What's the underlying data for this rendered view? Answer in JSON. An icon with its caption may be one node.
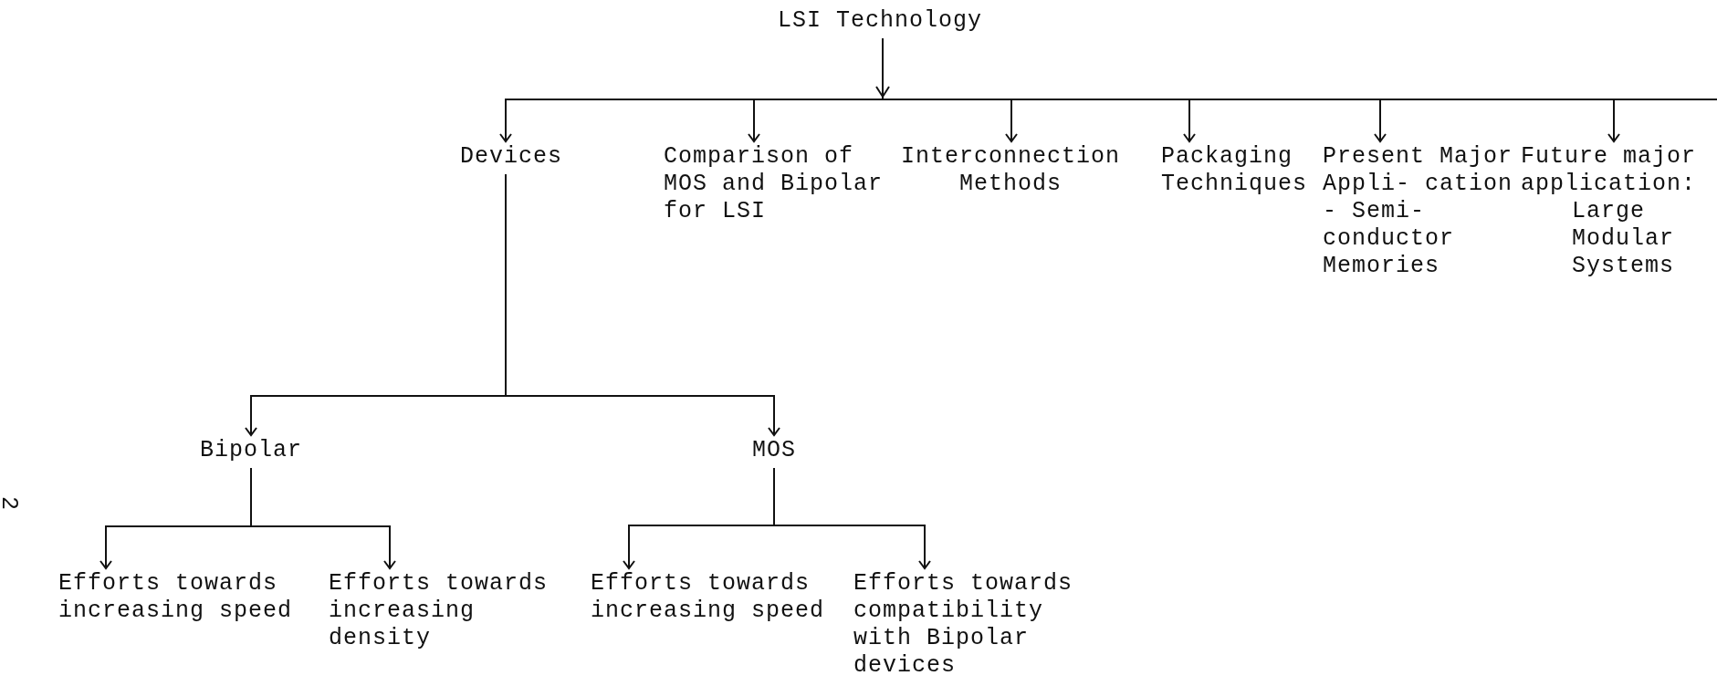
{
  "diagram": {
    "nodes": [
      {
        "text": [
          "LSI Technology"
        ]
      },
      {
        "text": [
          "Devices"
        ]
      },
      {
        "text": [
          "Comparison of MOS and Bipolar for LSI"
        ]
      },
      {
        "text": [
          "Interconnection Methods"
        ]
      },
      {
        "text": [
          "Packaging Techniques"
        ]
      },
      {
        "text": [
          "Present Major Appli- cation - Semi- conductor Memories"
        ]
      },
      {
        "text": [
          "Future major application:",
          "Large Modular Systems"
        ]
      },
      {
        "text": [
          "Bipolar"
        ]
      },
      {
        "text": [
          "MOS"
        ]
      },
      {
        "text": [
          "Efforts towards increasing speed"
        ]
      },
      {
        "text": [
          "Efforts towards increasing density"
        ]
      },
      {
        "text": [
          "Efforts towards increasing speed"
        ]
      },
      {
        "text": [
          "Efforts towards compatibility with Bipolar devices"
        ]
      }
    ],
    "edges": [
      {
        "from": 0,
        "to": 1,
        "arrow": "to"
      },
      {
        "from": 0,
        "to": 2,
        "arrow": "to"
      },
      {
        "from": 0,
        "to": 3,
        "arrow": "to"
      },
      {
        "from": 0,
        "to": 4,
        "arrow": "to"
      },
      {
        "from": 0,
        "to": 5,
        "arrow": "to"
      },
      {
        "from": 0,
        "to": 6,
        "arrow": "to"
      },
      {
        "from": 1,
        "to": 7,
        "arrow": "to"
      },
      {
        "from": 1,
        "to": 8,
        "arrow": "to"
      },
      {
        "from": 7,
        "to": 9,
        "arrow": "to"
      },
      {
        "from": 7,
        "to": 10,
        "arrow": "to"
      },
      {
        "from": 8,
        "to": 11,
        "arrow": "to"
      },
      {
        "from": 8,
        "to": 12,
        "arrow": "to"
      }
    ],
    "labels": [
      "2"
    ]
  }
}
